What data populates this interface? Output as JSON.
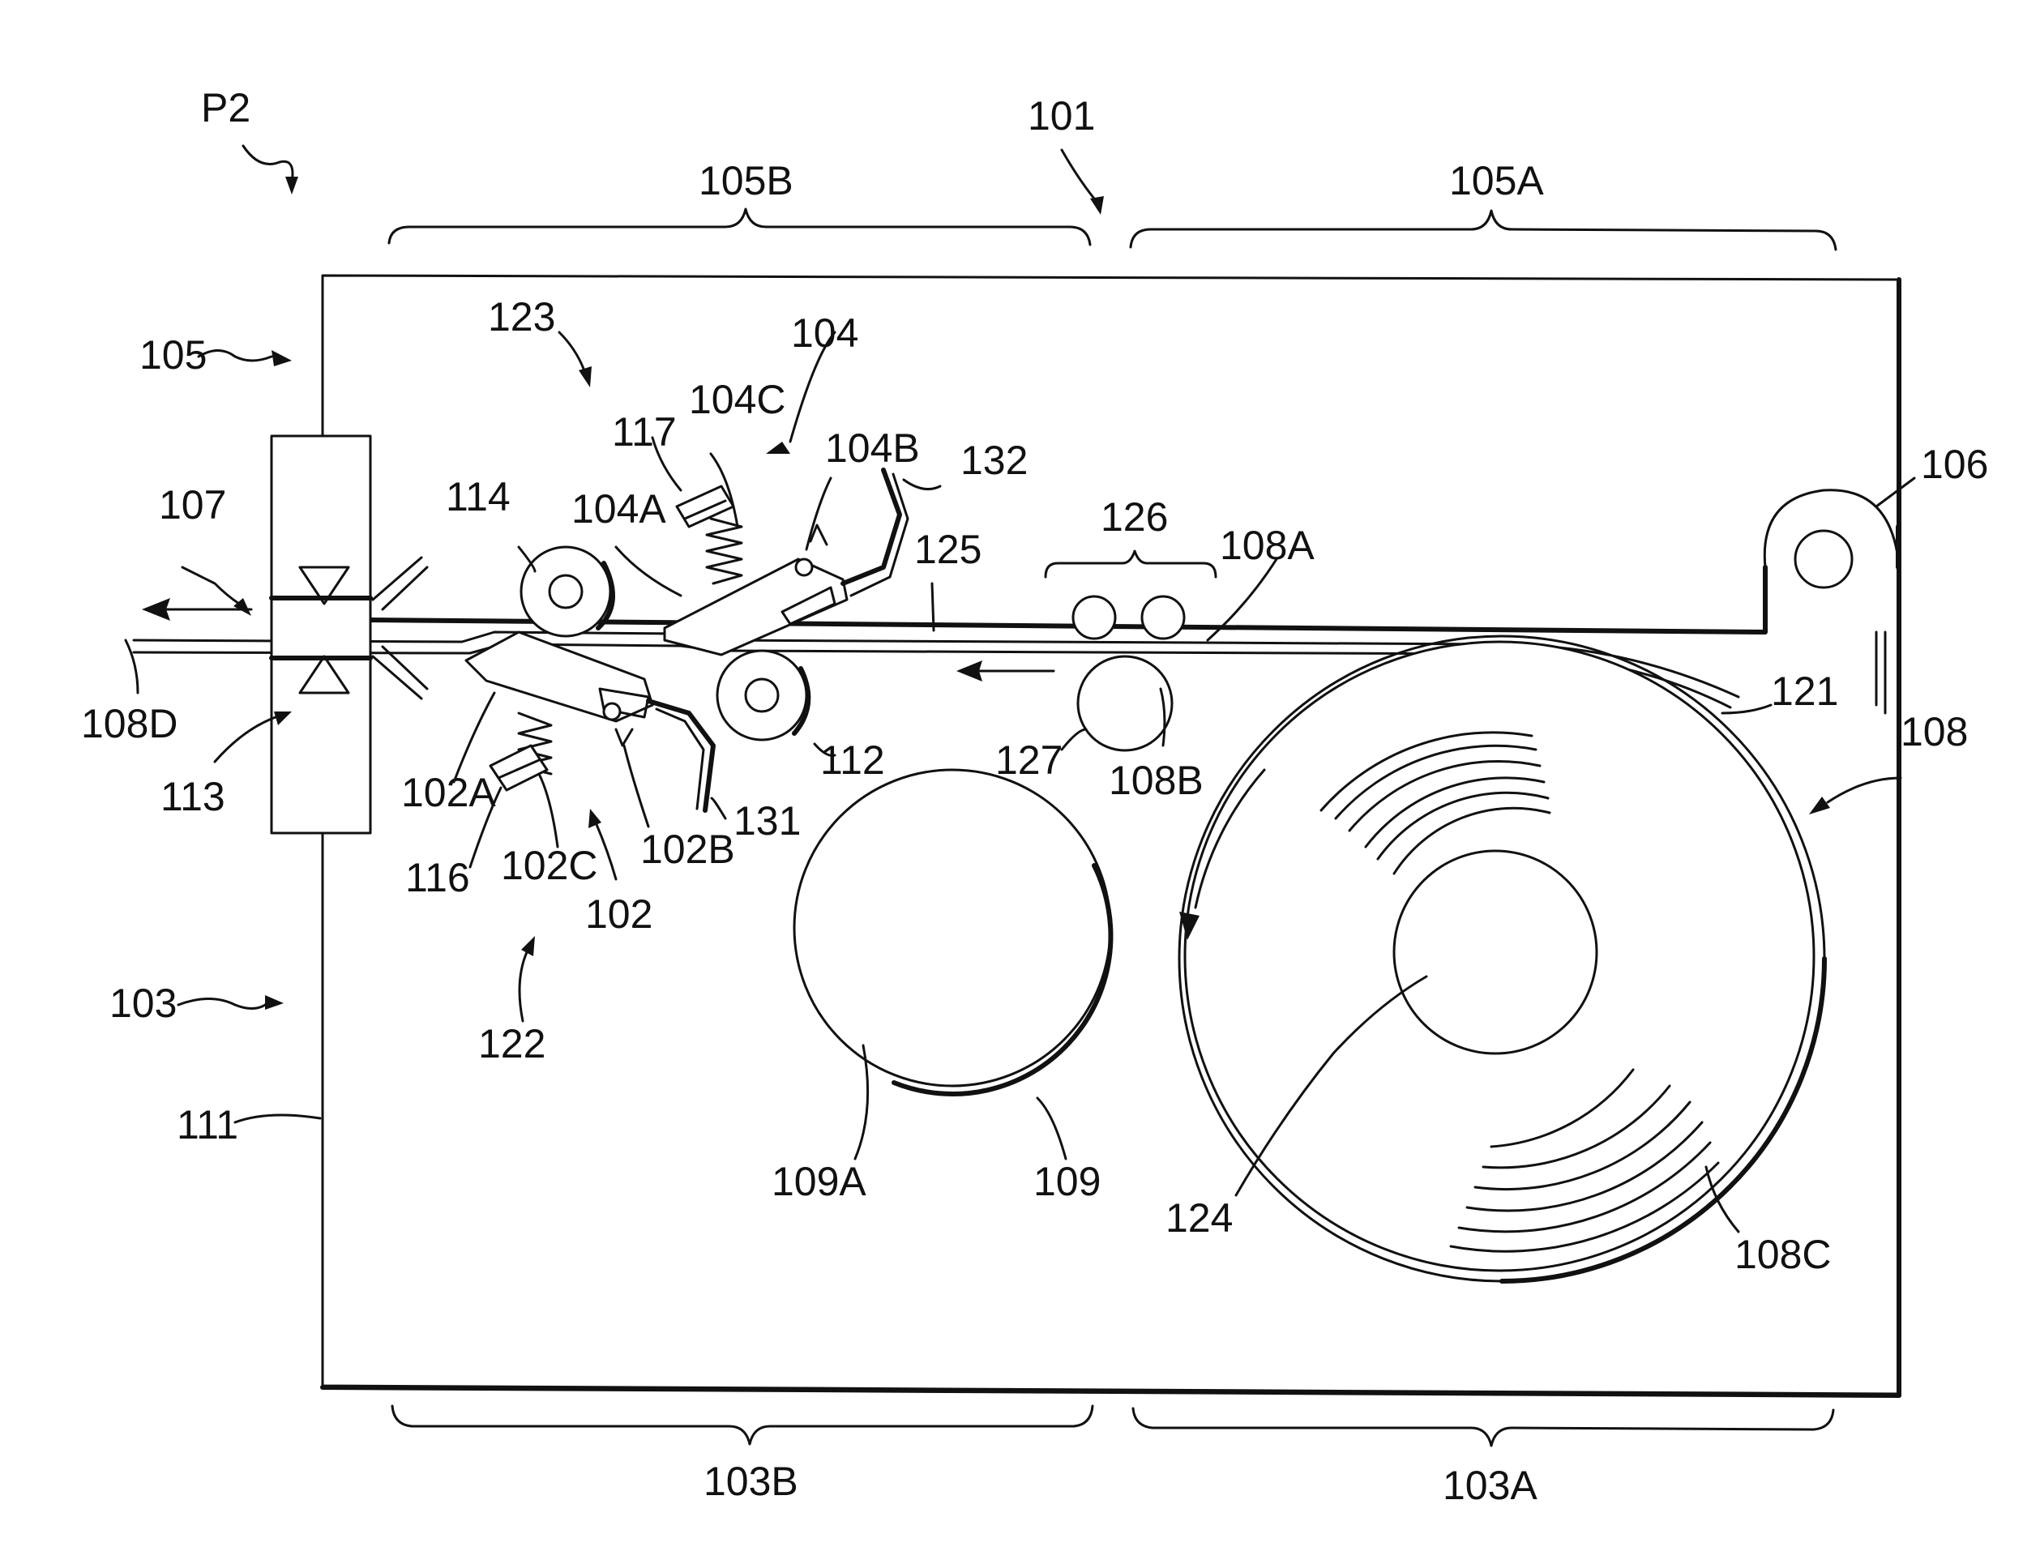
{
  "figure": {
    "labels": {
      "P2": "P2",
      "101": "101",
      "105B": "105B",
      "105A": "105A",
      "123": "123",
      "104": "104",
      "105": "105",
      "104C": "104C",
      "117": "117",
      "104B": "104B",
      "132": "132",
      "106": "106",
      "107": "107",
      "114": "114",
      "104A": "104A",
      "126": "126",
      "125": "125",
      "108A": "108A",
      "121": "121",
      "108D": "108D",
      "112": "112",
      "127": "127",
      "108B": "108B",
      "108": "108",
      "113": "113",
      "102A": "102A",
      "131": "131",
      "102B": "102B",
      "116": "116",
      "102C": "102C",
      "102": "102",
      "103": "103",
      "122": "122",
      "111": "111",
      "109A": "109A",
      "109": "109",
      "124": "124",
      "108C": "108C",
      "103B": "103B",
      "103A": "103A"
    }
  }
}
